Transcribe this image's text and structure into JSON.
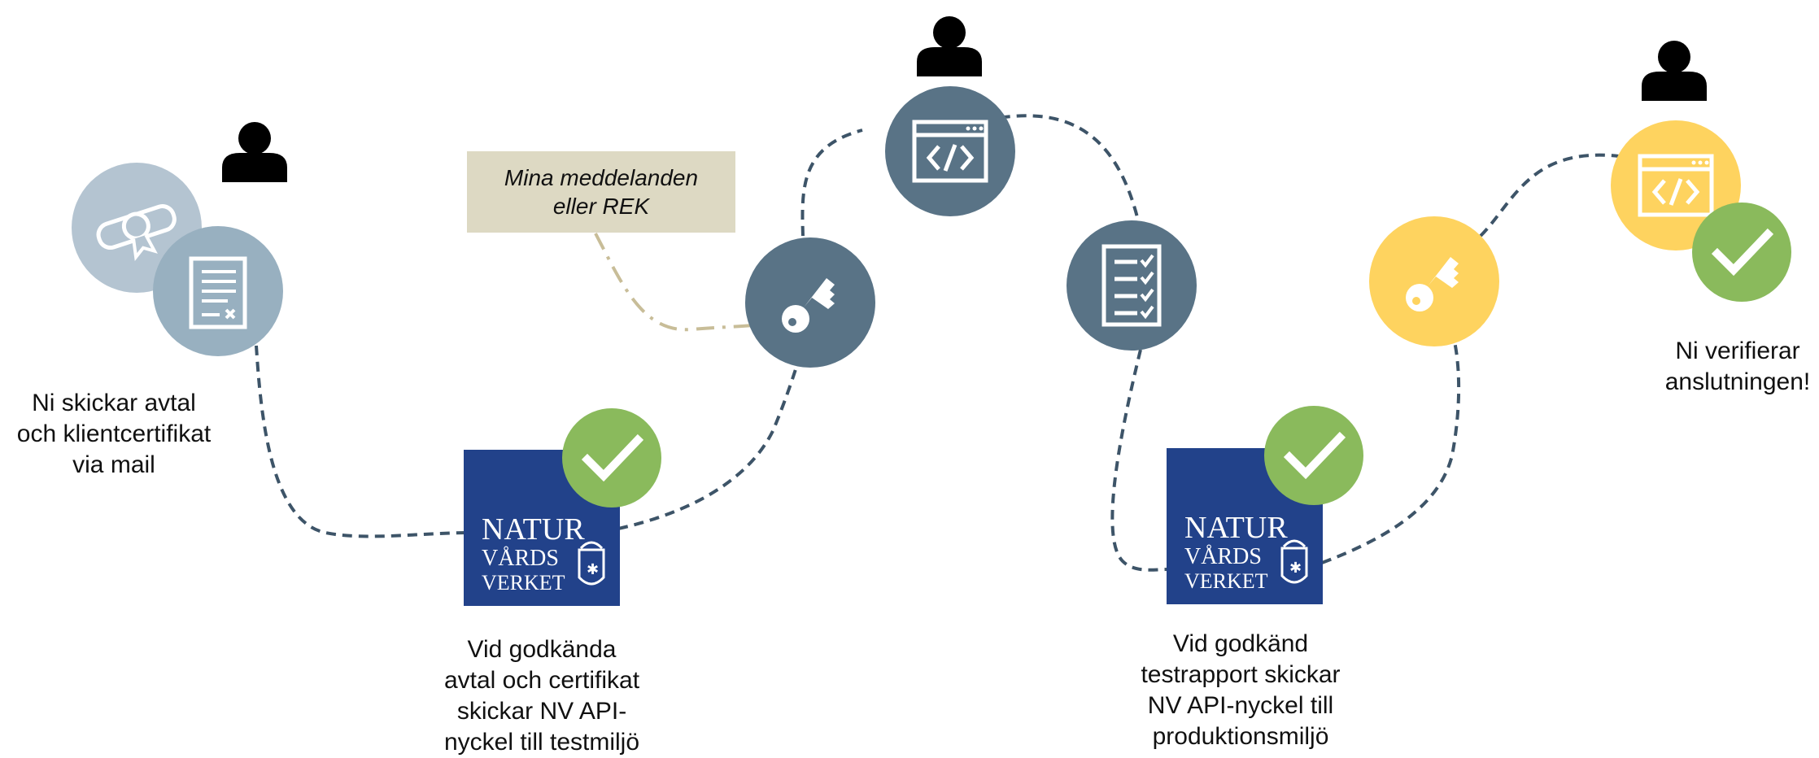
{
  "note": {
    "line1": "Mina meddelanden",
    "line2": "eller REK"
  },
  "steps": [
    {
      "id": "send-agreement",
      "lines": [
        "Ni skickar avtal",
        "och klientcertifikat",
        "via mail"
      ]
    },
    {
      "id": "test-key",
      "lines": [
        "Vid godkända",
        "avtal och certifikat",
        "skickar NV API-",
        "nyckel till testmiljö"
      ]
    },
    {
      "id": "prod-key",
      "lines": [
        "Vid godkänd",
        "testrapport skickar",
        "NV API-nyckel till",
        "produktionsmiljö"
      ]
    },
    {
      "id": "verify",
      "lines": [
        "Ni verifierar",
        "anslutningen!"
      ]
    }
  ],
  "logo": {
    "line1": "NATUR",
    "line2": "VÅRDS",
    "line3": "VERKET"
  },
  "colors": {
    "dark_blue": "#597386",
    "light_blue": "#98b0c0",
    "pale_blue": "#b4c4d1",
    "navy_logo": "#22428a",
    "green": "#8aba5c",
    "yellow": "#fed35f",
    "note_bg": "#ddd9c3",
    "path": "#3d5468",
    "note_path": "#c8bd98"
  },
  "icons": [
    "person-icon",
    "diploma-icon",
    "document-icon",
    "key-icon",
    "code-window-icon",
    "checklist-icon",
    "checkmark-icon",
    "naturvardsverket-logo"
  ]
}
